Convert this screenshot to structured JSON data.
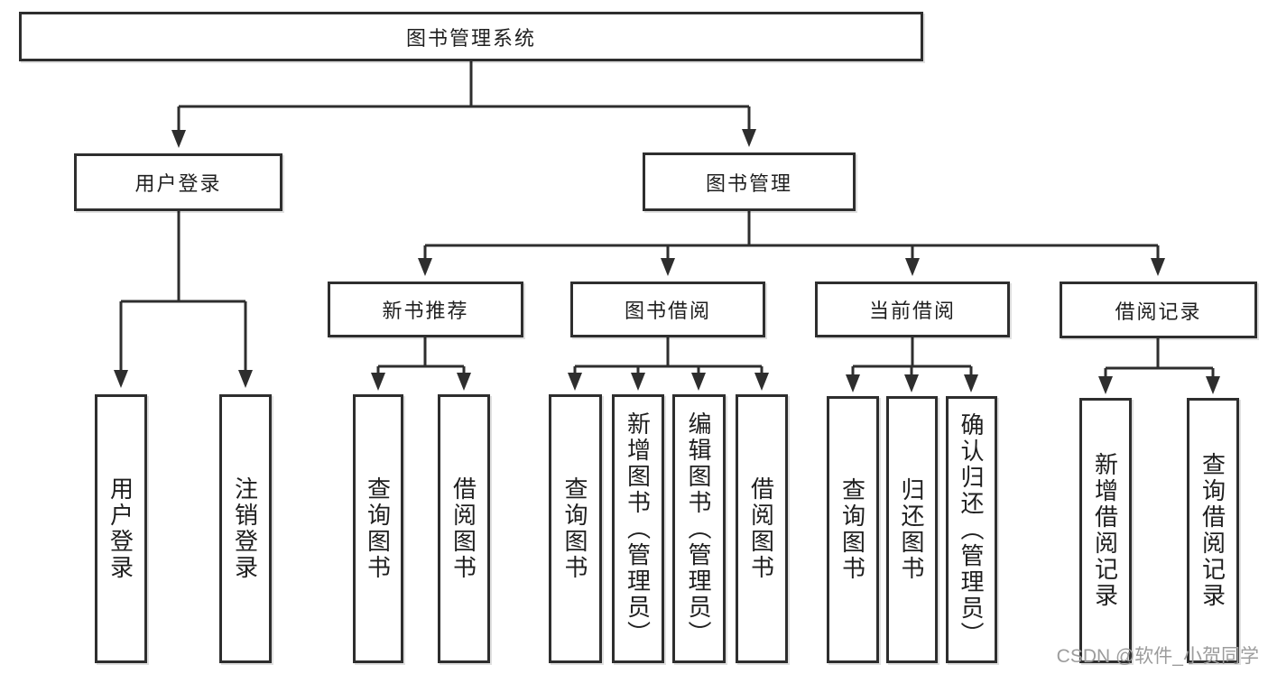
{
  "colors": {
    "line": "#2e2e2e",
    "text": "#1f1f1f",
    "box_background": "#ffffff",
    "watermark": "#9c9c9c"
  },
  "watermark": {
    "text": "CSDN @软件_小贺同学"
  },
  "tree": {
    "root": {
      "label": "图书管理系统"
    },
    "level2": [
      {
        "label": "用户登录",
        "children": [
          {
            "label": "用户登录"
          },
          {
            "label": "注销登录"
          }
        ]
      },
      {
        "label": "图书管理",
        "children": [
          {
            "label": "新书推荐",
            "children": [
              {
                "label": "查询图书"
              },
              {
                "label": "借阅图书"
              }
            ]
          },
          {
            "label": "图书借阅",
            "children": [
              {
                "label": "查询图书"
              },
              {
                "label": "新增图书（管理员）"
              },
              {
                "label": "编辑图书（管理员）"
              },
              {
                "label": "借阅图书"
              }
            ]
          },
          {
            "label": "当前借阅",
            "children": [
              {
                "label": "查询图书"
              },
              {
                "label": "归还图书"
              },
              {
                "label": "确认归还（管理员）"
              }
            ]
          },
          {
            "label": "借阅记录",
            "children": [
              {
                "label": "新增借阅记录"
              },
              {
                "label": "查询借阅记录"
              }
            ]
          }
        ]
      }
    ]
  }
}
